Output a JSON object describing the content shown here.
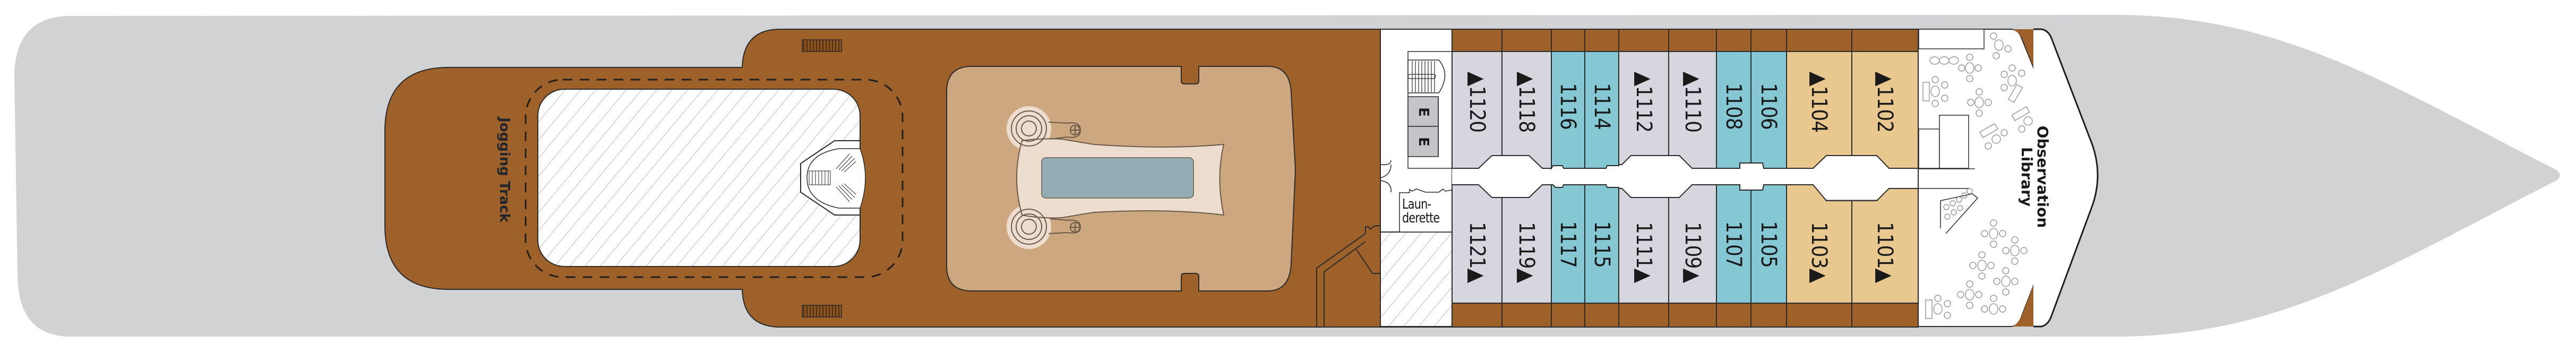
{
  "deck_plan": {
    "colors": {
      "hull": "#D1D2D4",
      "deck_brown": "#9E6129",
      "pool_deck_tan": "#CCA77F",
      "pool_surround": "#EDDDCE",
      "pool_water": "#94ADB4",
      "cabin_gray": "#D5D6DE",
      "cabin_blue": "#86C7D4",
      "cabin_tan": "#E8C88F",
      "elevator_gray": "#C4C5C9",
      "outline": "#2b2b2b"
    },
    "areas": {
      "jogging_track": "Jogging Track",
      "launderette_line1": "Laun-",
      "launderette_line2": "derette",
      "observation_library_line1": "Observation",
      "observation_library_line2": "Library",
      "elevator_1": "E",
      "elevator_2": "E"
    },
    "cabins_top": [
      {
        "label": "▲1120",
        "category": "gray"
      },
      {
        "label": "▲1118",
        "category": "gray"
      },
      {
        "label": "1116",
        "category": "blue"
      },
      {
        "label": "1114",
        "category": "blue"
      },
      {
        "label": "▲1112",
        "category": "gray"
      },
      {
        "label": "▲1110",
        "category": "gray"
      },
      {
        "label": "1108",
        "category": "blue"
      },
      {
        "label": "1106",
        "category": "blue"
      },
      {
        "label": "▲1104",
        "category": "tan"
      },
      {
        "label": "▲1102",
        "category": "tan"
      }
    ],
    "cabins_bottom": [
      {
        "label": "1121▲",
        "category": "gray"
      },
      {
        "label": "1119▲",
        "category": "gray"
      },
      {
        "label": "1117",
        "category": "blue"
      },
      {
        "label": "1115",
        "category": "blue"
      },
      {
        "label": "1111▲",
        "category": "gray"
      },
      {
        "label": "1109▲",
        "category": "gray"
      },
      {
        "label": "1107",
        "category": "blue"
      },
      {
        "label": "1105",
        "category": "blue"
      },
      {
        "label": "1103▲",
        "category": "tan"
      },
      {
        "label": "1101▲",
        "category": "tan"
      }
    ]
  }
}
